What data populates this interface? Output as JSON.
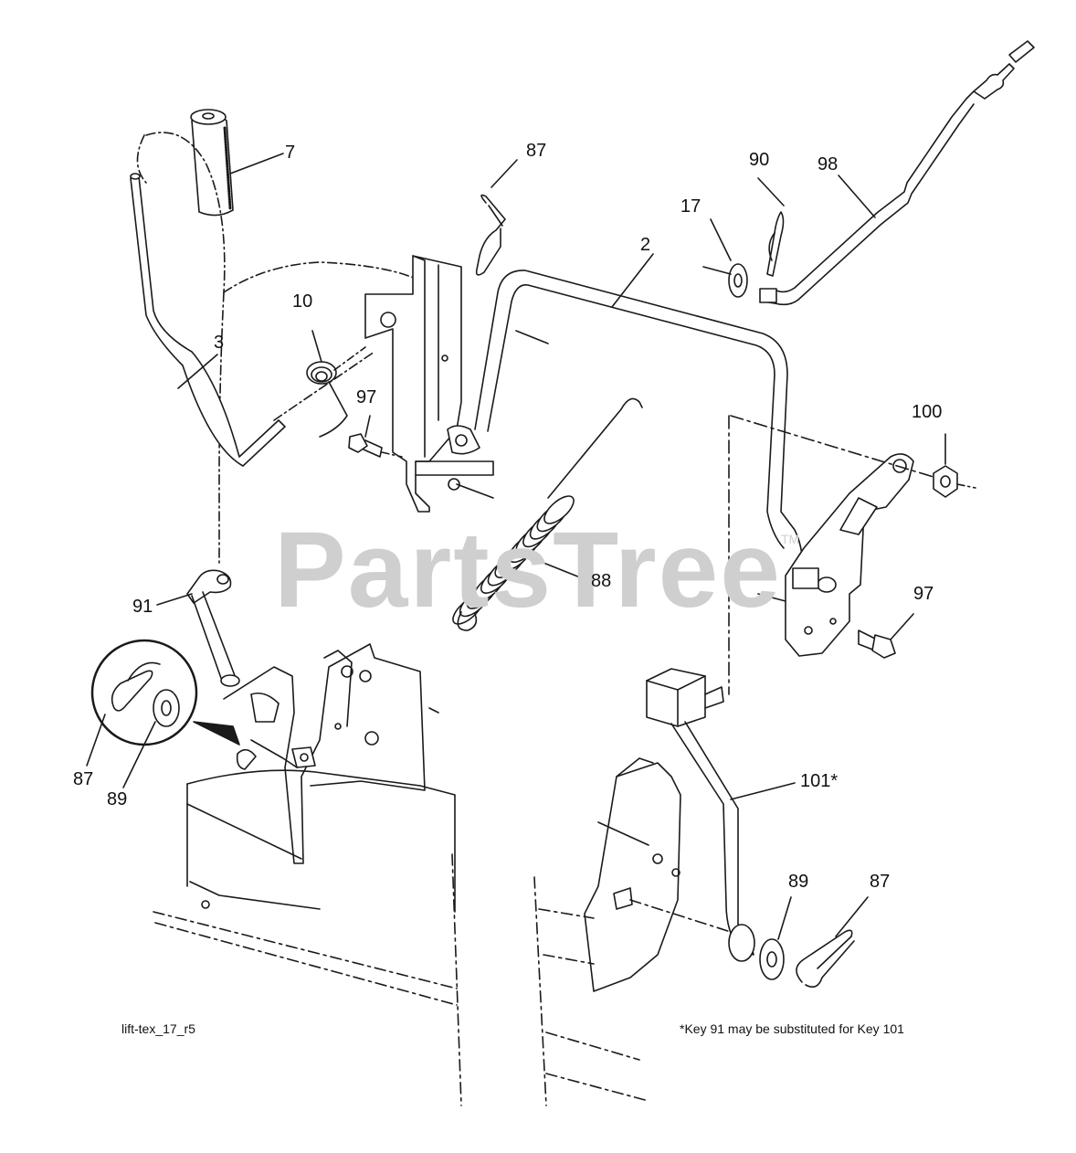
{
  "watermark": {
    "text": "PartsTree",
    "trademark": "TM"
  },
  "callouts": {
    "c7": "7",
    "c87_top": "87",
    "c90": "90",
    "c98": "98",
    "c17": "17",
    "c2": "2",
    "c10": "10",
    "c3": "3",
    "c97_left": "97",
    "c100": "100",
    "c88": "88",
    "c97_right": "97",
    "c91": "91",
    "c87_left": "87",
    "c89_left": "89",
    "c101": "101*",
    "c89_right": "89",
    "c87_right": "87"
  },
  "footer": {
    "drawing_id": "lift-tex_17_r5",
    "substitution_note": "*Key 91 may be substituted for Key 101"
  },
  "colors": {
    "line": "#1a1a1a",
    "watermark": "#cfcfcf",
    "background": "#ffffff"
  }
}
